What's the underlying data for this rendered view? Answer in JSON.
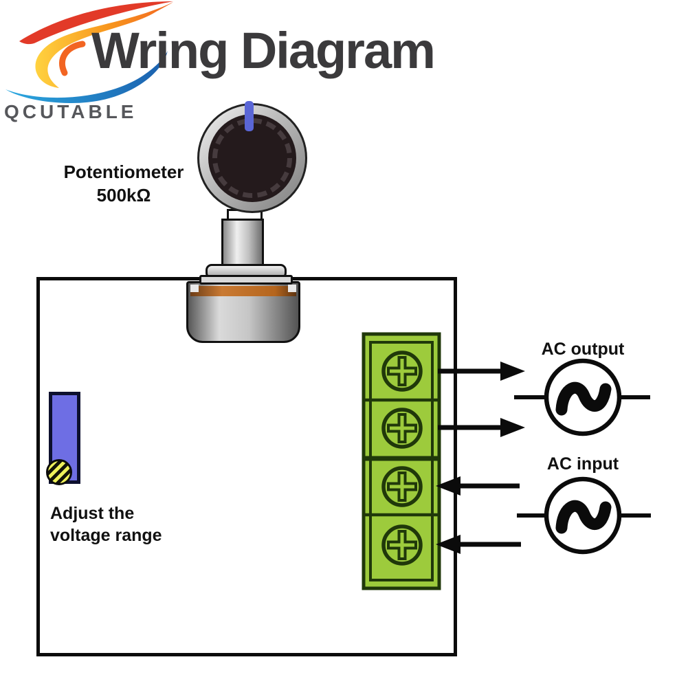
{
  "brand": {
    "name": "QCUTABLE"
  },
  "title": "Wring Diagram",
  "potentiometer": {
    "label_line1": "Potentiometer",
    "label_line2": "500kΩ"
  },
  "trimmer": {
    "label_line1": "Adjust the",
    "label_line2": "voltage range"
  },
  "connections": {
    "ac_output_label": "AC output",
    "ac_input_label": "AC input"
  },
  "terminal_block": {
    "screws": 4
  },
  "colors": {
    "terminal_green": "#9dcb3c",
    "terminal_dark_green": "#20380a",
    "trimmer_blue": "#6e6ee4",
    "knob_mark_blue": "#5a66d6",
    "copper_stripe": "#b5651d",
    "logo_red": "#e23a28",
    "logo_orange": "#f26522",
    "logo_yellow": "#ffd23f",
    "logo_blue": "#1b75bc",
    "brand_text_gray": "#56575b",
    "title_gray": "#3b3a3c",
    "line_black": "#0b0b0b"
  }
}
